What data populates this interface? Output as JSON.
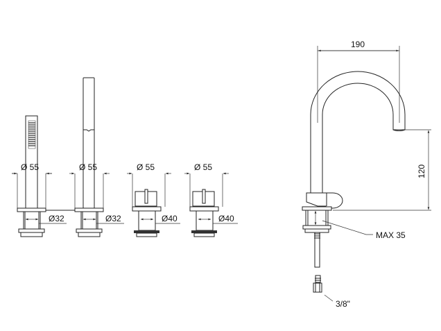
{
  "diagram": {
    "units": [
      {
        "name": "hand-shower",
        "outer_diameter": "Ø 55",
        "shank_diameter": "Ø32"
      },
      {
        "name": "shower-holder",
        "outer_diameter": "Ø 55",
        "shank_diameter": "Ø32"
      },
      {
        "name": "valve-1",
        "outer_diameter": "Ø 55",
        "shank_diameter": "Ø40"
      },
      {
        "name": "valve-2",
        "outer_diameter": "Ø 55",
        "shank_diameter": "Ø40"
      }
    ],
    "spout": {
      "reach": "190",
      "height": "120",
      "max_thickness": "MAX 35",
      "connection": "3/8\""
    },
    "line_color": "#222222"
  }
}
